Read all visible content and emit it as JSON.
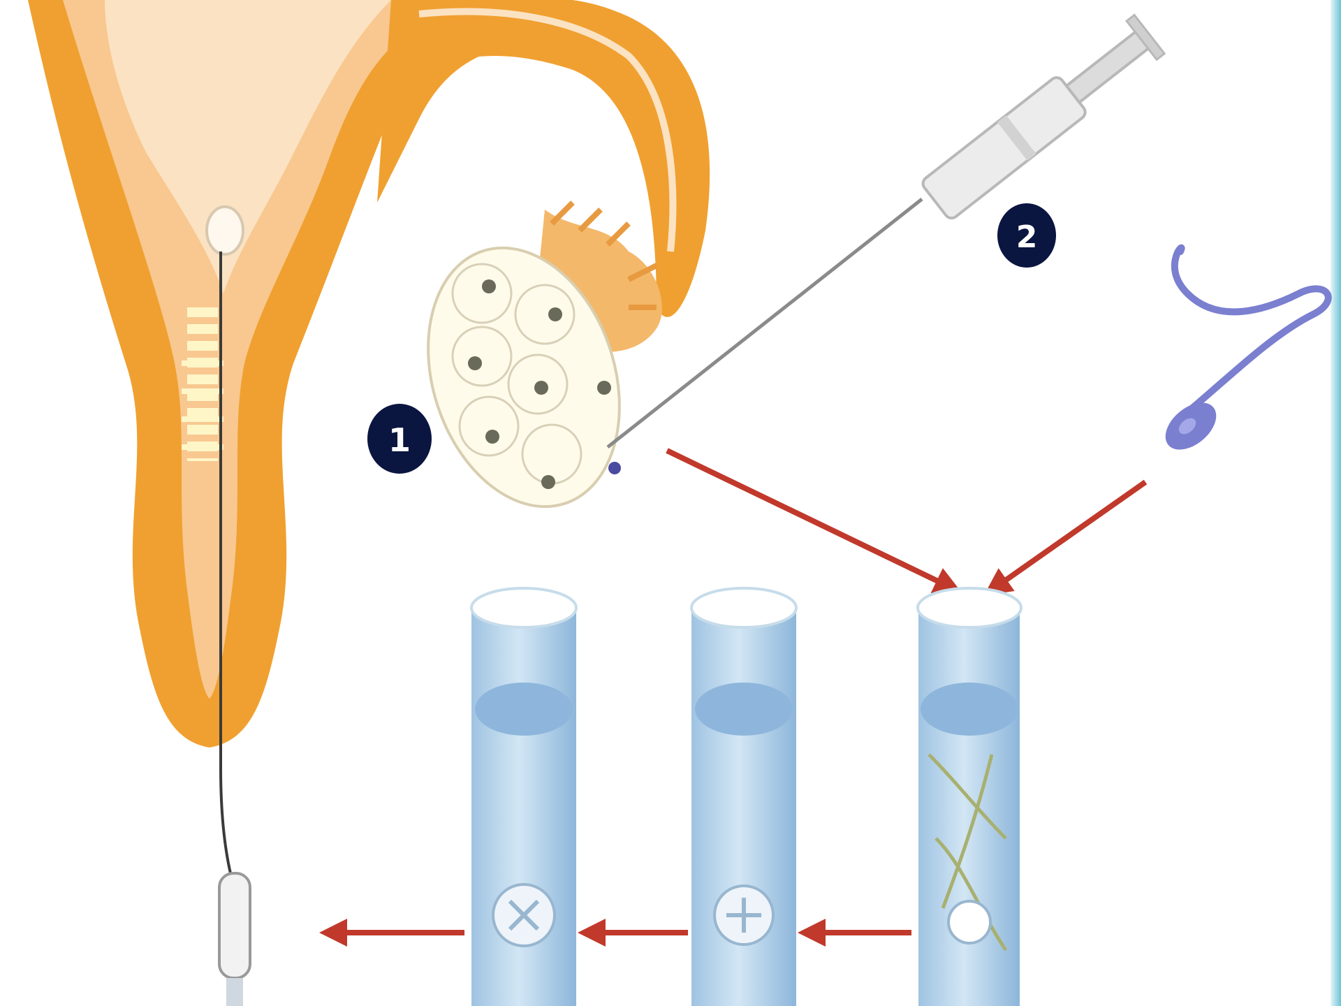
{
  "steps": [
    {
      "number": "1"
    },
    {
      "number": "2"
    }
  ],
  "icons": [
    "uterus-illustration",
    "ovary-icon",
    "syringe-icon",
    "sperm-icon",
    "test-tube-icon",
    "embryo-icon",
    "arrow-icon",
    "catheter-icon"
  ],
  "colors": {
    "uterus_outer": "#f0a030",
    "uterus_inner": "#f8d8a8",
    "arrow": "#c0392b",
    "step_badge": "#0a1540",
    "tube_liquid": "#b8d4ea",
    "sperm": "#7b7fd0",
    "right_band": "#9fd8e6"
  }
}
